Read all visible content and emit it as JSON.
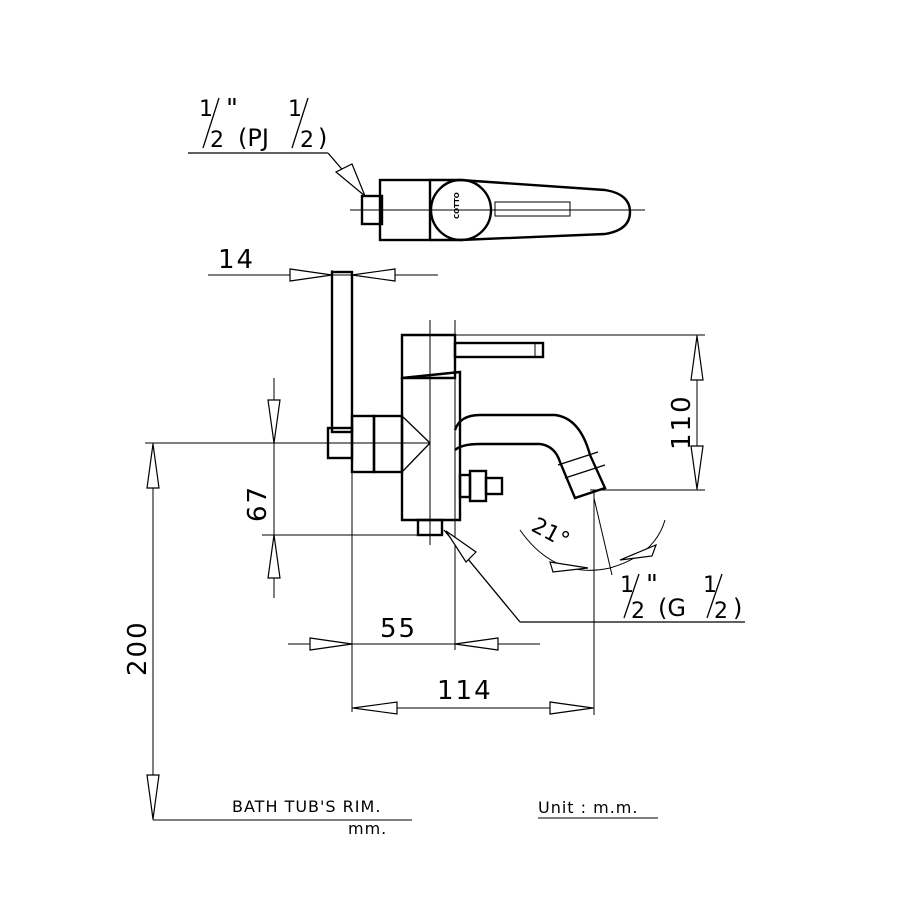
{
  "top_view": {
    "inlet_label_fraction_top": "1",
    "inlet_label_fraction_bottom": "2",
    "inlet_label_quote": "\"",
    "inlet_label_open": "(PJ",
    "inlet_label_frac2_top": "1",
    "inlet_label_frac2_bottom": "2",
    "inlet_label_close": ")",
    "logo_text": "COTTO"
  },
  "dimensions": {
    "d14": "14",
    "d110": "110",
    "d67": "67",
    "d200": "200",
    "d55": "55",
    "d114": "114",
    "angle": "21°"
  },
  "outlet_label": {
    "frac_top": "1",
    "frac_bottom": "2",
    "quote": "\"",
    "open": "(G",
    "frac2_top": "1",
    "frac2_bottom": "2",
    "close": ")"
  },
  "footer": {
    "rim_label": "BATH TUB'S RIM.",
    "rim_unit": "mm.",
    "unit_label": "Unit : m.m."
  }
}
